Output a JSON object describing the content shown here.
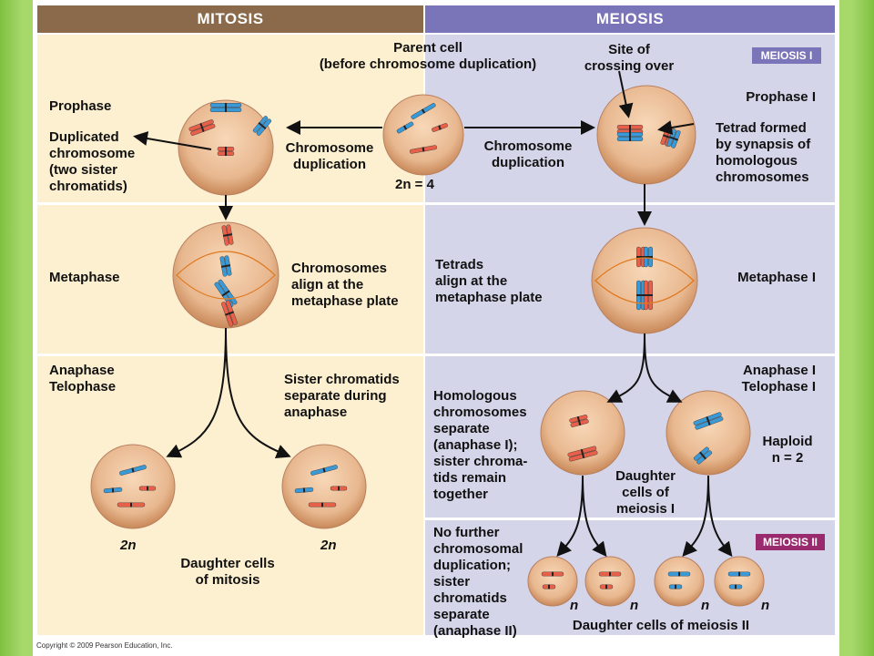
{
  "headers": {
    "mitosis": "MITOSIS",
    "meiosis": "MEIOSIS"
  },
  "badges": {
    "meiosis1": "MEIOSIS I",
    "meiosis2": "MEIOSIS II"
  },
  "labels": {
    "parent_cell": "Parent cell\n(before chromosome duplication)",
    "site_crossing": "Site of\ncrossing over",
    "prophase": "Prophase",
    "prophase_I": "Prophase I",
    "duplicated_chromosome": "Duplicated\nchromosome\n(two sister\nchromatids)",
    "chrom_dup_left": "Chromosome\nduplication",
    "chrom_dup_right": "Chromosome\nduplication",
    "ploidy_2n4": "2n = 4",
    "tetrad_formed": "Tetrad formed\nby synapsis of\nhomologous\nchromosomes",
    "metaphase": "Metaphase",
    "chromosomes_align": "Chromosomes\nalign at the\nmetaphase plate",
    "tetrads_align": "Tetrads\nalign at the\nmetaphase plate",
    "metaphase_I": "Metaphase I",
    "anaphase_telophase": "Anaphase\nTelophase",
    "sister_separate": "Sister chromatids\nseparate during\nanaphase",
    "anaphase_telophase_I": "Anaphase I\nTelophase I",
    "homologous_separate": "Homologous\nchromosomes\nseparate\n(anaphase I);\nsister chroma-\ntids remain\ntogether",
    "haploid": "Haploid\nn = 2",
    "daughter_meiosis1": "Daughter\ncells of\nmeiosis I",
    "mitosis_2n_left": "2n",
    "mitosis_2n_right": "2n",
    "daughter_mitosis": "Daughter cells\nof mitosis",
    "no_further": "No further\nchromosomal\nduplication;\nsister\nchromatids\nseparate\n(anaphase II)",
    "n1": "n",
    "n2": "n",
    "n3": "n",
    "n4": "n",
    "daughter_meiosis2": "Daughter cells of meiosis II"
  },
  "copyright": "Copyright © 2009 Pearson Education, Inc.",
  "colors": {
    "mitosis_header": "#8a6a4a",
    "meiosis_header": "#7a74b8",
    "meiosis2_badge": "#9a2a6e",
    "maternal": "#e8604a",
    "paternal": "#3a9ad8",
    "spindle": "#e07a20"
  }
}
